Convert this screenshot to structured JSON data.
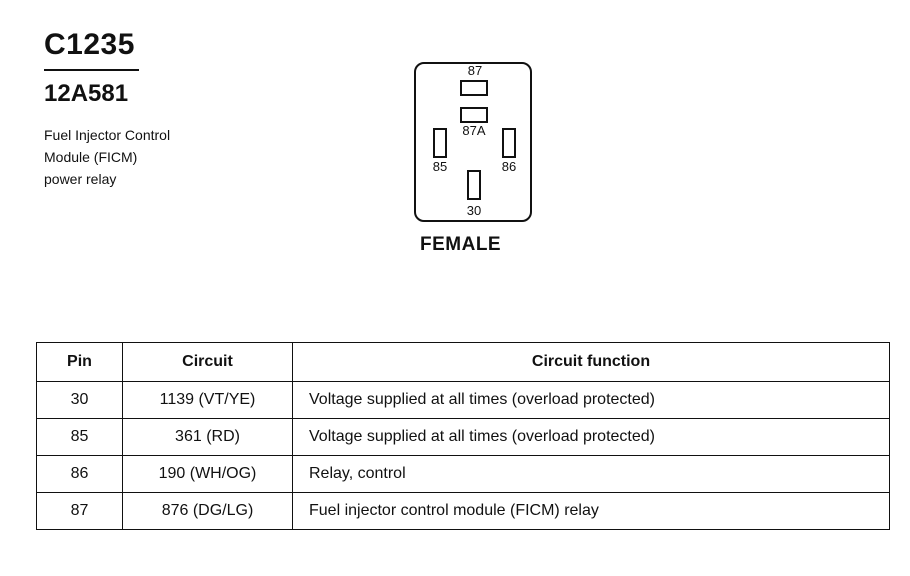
{
  "connector": {
    "id": "C1235",
    "part_number": "12A581",
    "description": [
      "Fuel Injector Control",
      "Module (FICM)",
      "power relay"
    ]
  },
  "relay_face": {
    "pins": {
      "p87": "87",
      "p87a": "87A",
      "p85": "85",
      "p86": "86",
      "p30": "30"
    },
    "gender": "FEMALE"
  },
  "table": {
    "headers": {
      "pin": "Pin",
      "circuit": "Circuit",
      "function": "Circuit function"
    },
    "rows": [
      {
        "pin": "30",
        "circuit": "1139 (VT/YE)",
        "function": "Voltage supplied at all times (overload protected)"
      },
      {
        "pin": "85",
        "circuit": "361 (RD)",
        "function": "Voltage supplied at all times (overload protected)"
      },
      {
        "pin": "86",
        "circuit": "190 (WH/OG)",
        "function": "Relay, control"
      },
      {
        "pin": "87",
        "circuit": "876 (DG/LG)",
        "function": "Fuel injector control module (FICM) relay"
      }
    ]
  }
}
